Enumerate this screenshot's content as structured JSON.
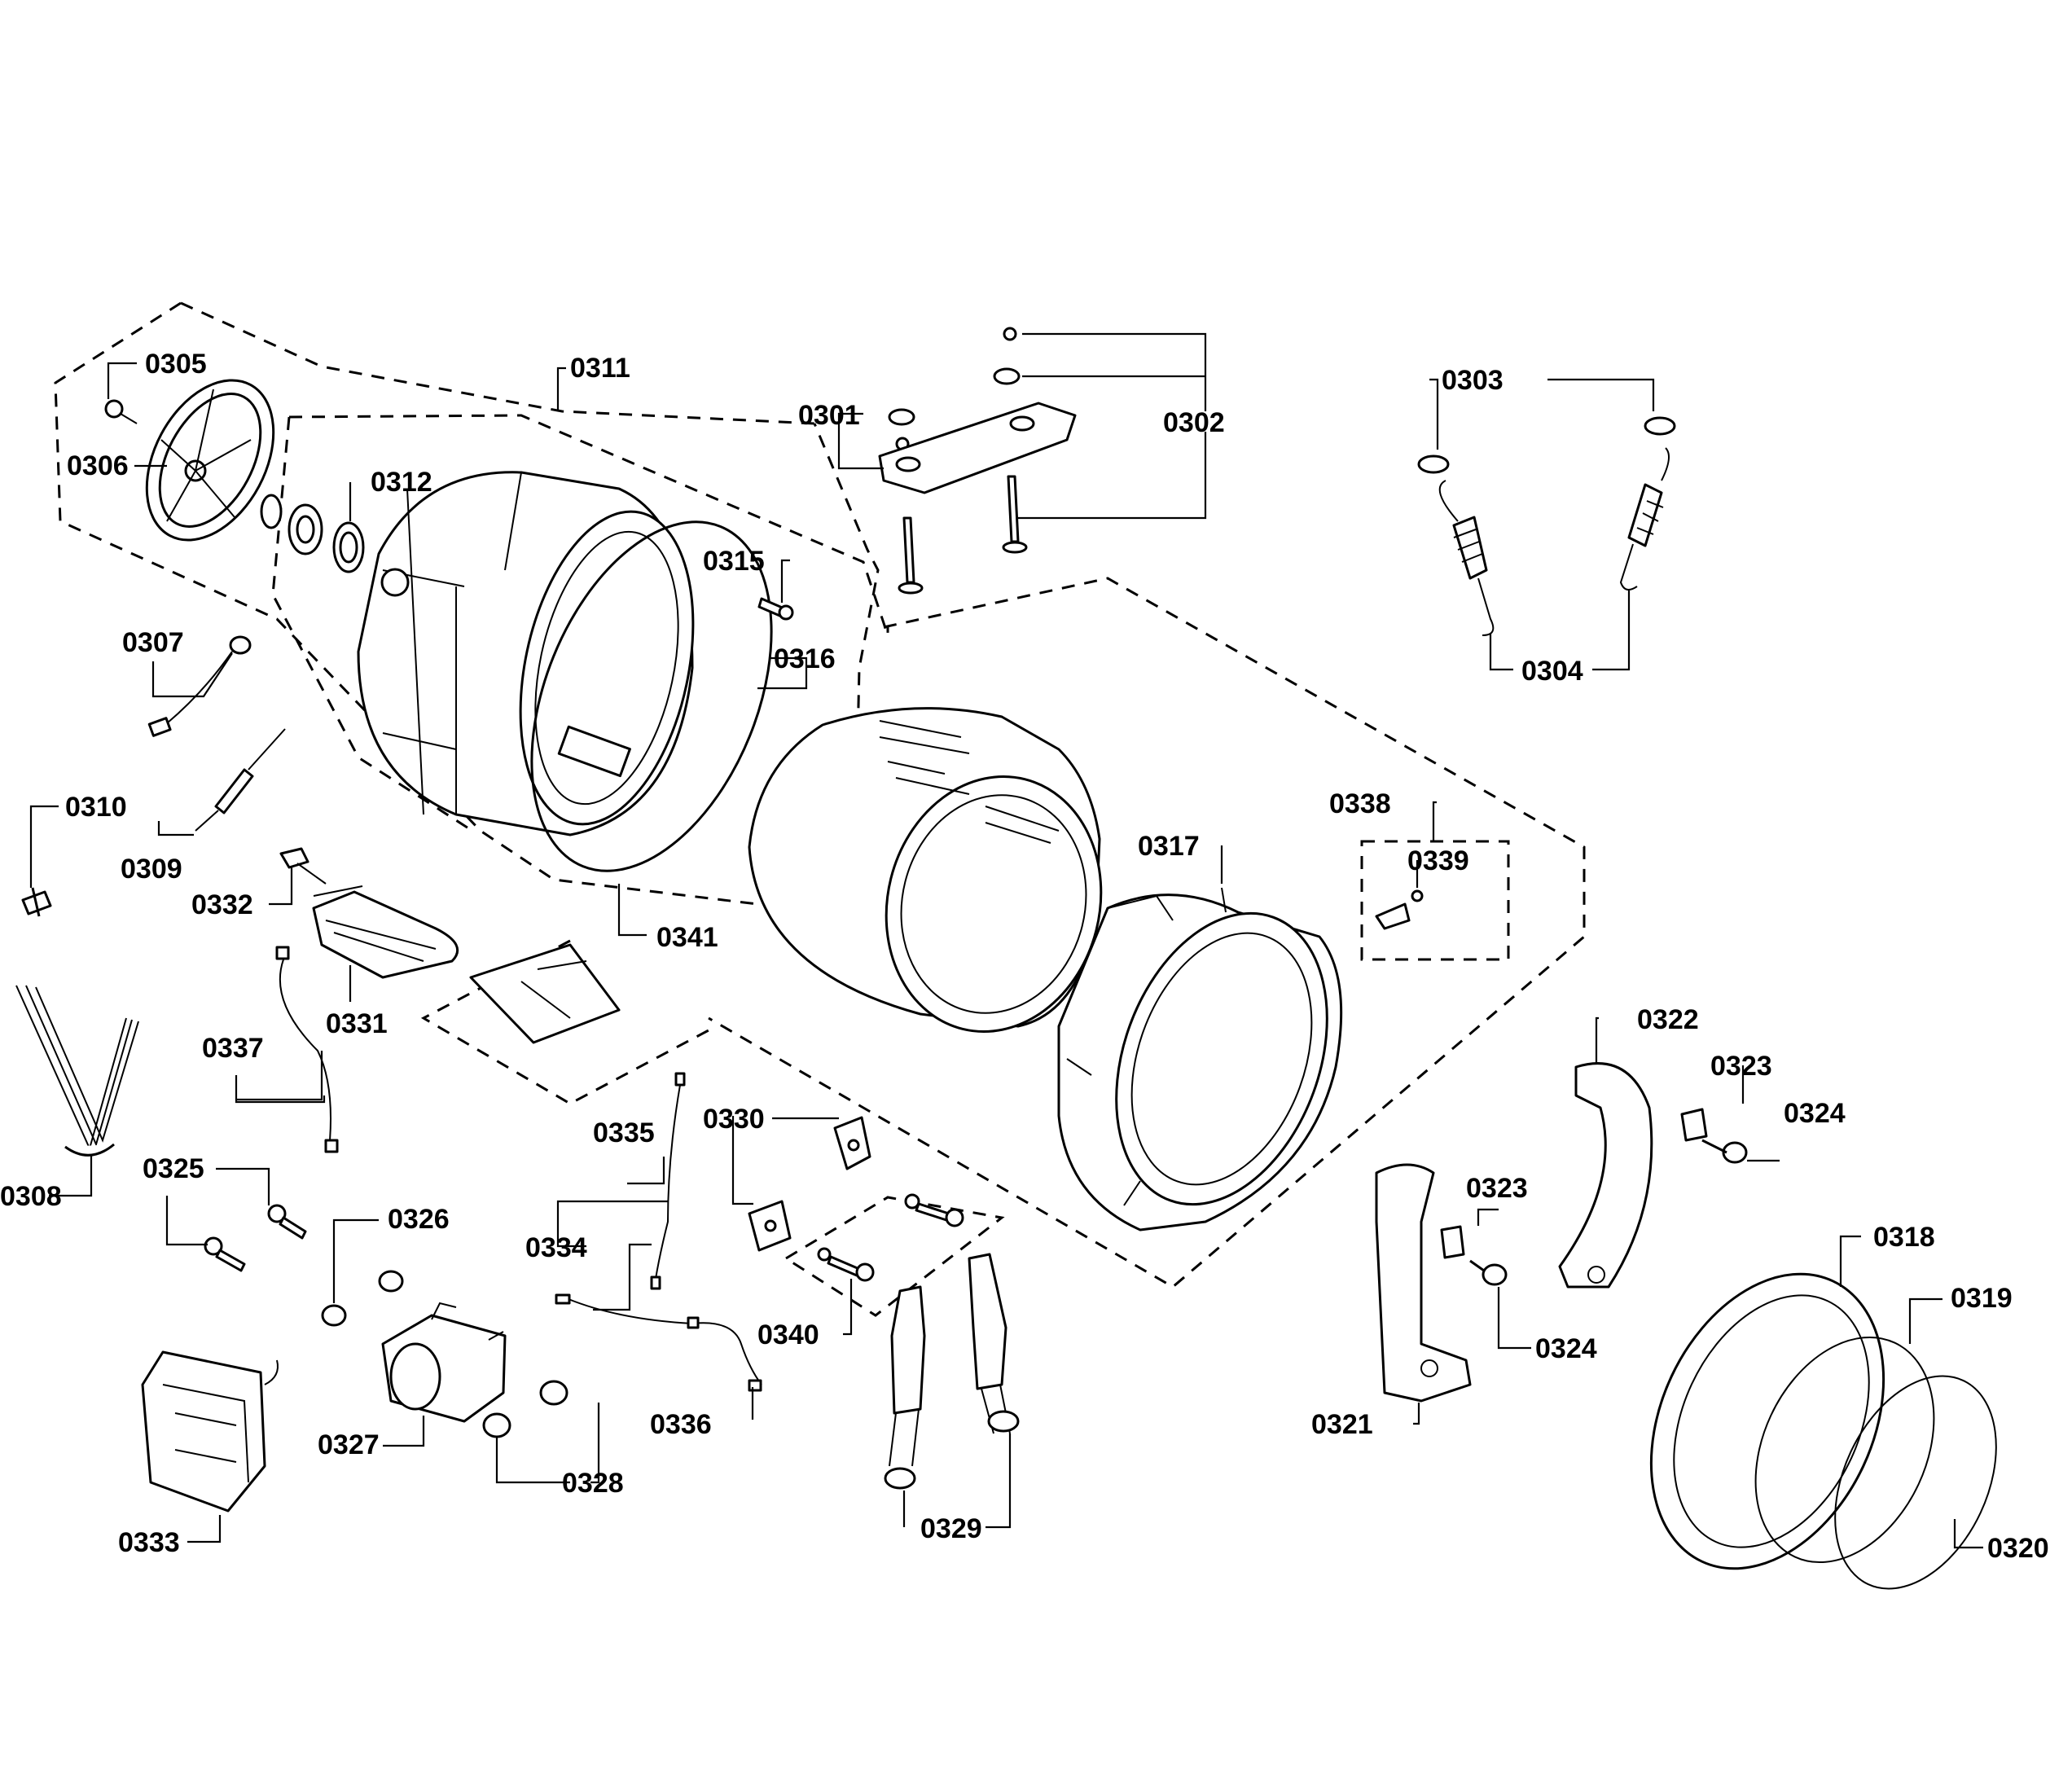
{
  "labels": {
    "p0301": "0301",
    "p0302": "0302",
    "p0303": "0303",
    "p0304": "0304",
    "p0305": "0305",
    "p0306": "0306",
    "p0307": "0307",
    "p0308": "0308",
    "p0309": "0309",
    "p0310": "0310",
    "p0311": "0311",
    "p0312": "0312",
    "p0315": "0315",
    "p0316": "0316",
    "p0317": "0317",
    "p0318": "0318",
    "p0319": "0319",
    "p0320": "0320",
    "p0321": "0321",
    "p0322": "0322",
    "p0323a": "0323",
    "p0323b": "0323",
    "p0324a": "0324",
    "p0324b": "0324",
    "p0325": "0325",
    "p0326": "0326",
    "p0327": "0327",
    "p0328": "0328",
    "p0329": "0329",
    "p0330": "0330",
    "p0331": "0331",
    "p0332": "0332",
    "p0333": "0333",
    "p0334": "0334",
    "p0335": "0335",
    "p0336": "0336",
    "p0337": "0337",
    "p0338": "0338",
    "p0339": "0339",
    "p0340": "0340",
    "p0341": "0341"
  }
}
